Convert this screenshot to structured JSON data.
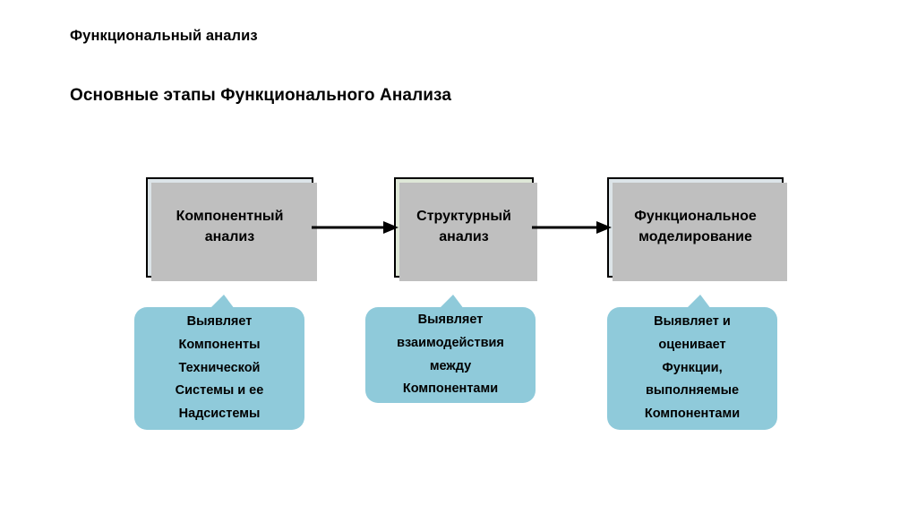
{
  "headings": {
    "main": "Функциональный анализ",
    "sub": "Основные этапы Функционального Анализа"
  },
  "colors": {
    "box_blue_gray": "#dce4e8",
    "box_green": "#dee7d7",
    "bubble_blue": "#8fcada",
    "border": "#000000",
    "shadow": "#bfbfbf",
    "text": "#000000",
    "background": "#ffffff"
  },
  "stages": [
    {
      "id": "component-analysis",
      "label": "Компонентный анализ",
      "line1": "Компонентный",
      "line2": "анализ",
      "fill": "#dce4e8"
    },
    {
      "id": "structural-analysis",
      "label": "Структурный анализ",
      "line1": "Структурный",
      "line2": "анализ",
      "fill": "#dee7d7"
    },
    {
      "id": "functional-modeling",
      "label": "Функциональное моделирование",
      "line1": "Функциональное",
      "line2": "моделирование",
      "fill": "#dce4e8"
    }
  ],
  "connectors": [
    {
      "id": "arrow-component-to-structural",
      "from": "component-analysis",
      "to": "structural-analysis",
      "style": "solid-arrow"
    },
    {
      "id": "arrow-structural-to-functional",
      "from": "structural-analysis",
      "to": "functional-modeling",
      "style": "solid-arrow"
    }
  ],
  "callouts": [
    {
      "id": "callout-component-analysis",
      "for": "component-analysis",
      "lines": [
        "Выявляет",
        "Компоненты",
        "Технической",
        "Системы и ее",
        "Надсистемы"
      ]
    },
    {
      "id": "callout-structural-analysis",
      "for": "structural-analysis",
      "lines": [
        "Выявляет",
        "взаимодействия",
        "между",
        "Компонентами"
      ]
    },
    {
      "id": "callout-functional-modeling",
      "for": "functional-modeling",
      "lines": [
        "Выявляет и",
        "оценивает",
        "Функции,",
        "выполняемые",
        "Компонентами"
      ]
    }
  ]
}
